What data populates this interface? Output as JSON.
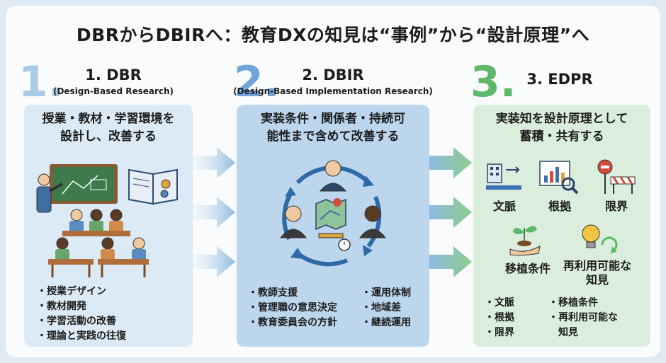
{
  "title": "DBRからDBIRへ：教育DXの知見は“事例”から“設計原理”へ",
  "colors": {
    "blue": "#8fbbe0",
    "green": "#8ccc8e",
    "panel1": "#dbeaf5",
    "panel2": "#bcd6ee",
    "panel3": "#dbeedd"
  },
  "stages": [
    {
      "number": "1.",
      "heading": "1. DBR",
      "subtitle": "(Design-Based Research)",
      "panel_title_lines": [
        "授業・教材・学習環境を",
        "設計し、改善する"
      ],
      "bullets": [
        "授業デザイン",
        "教材開発",
        "学習活動の改善",
        "理論と実践の往復"
      ],
      "icons": [
        "classroom-icon",
        "teacher-icon",
        "open-book-gears-icon",
        "students-icon"
      ]
    },
    {
      "number": "2.",
      "heading": "2. DBIR",
      "subtitle": "(Design-Based Implementation Research)",
      "panel_title_lines": [
        "実装条件・関係者・持続可",
        "能性まで含めて改善する"
      ],
      "bullets_left": [
        "教師支援",
        "管理職の意思決定",
        "教育委員会の方針"
      ],
      "bullets_right": [
        "運用体制",
        "地域差",
        "継続運用"
      ],
      "icons": [
        "stakeholder-cycle-icon",
        "map-icon",
        "timeline-clock-icon"
      ]
    },
    {
      "number": "3.",
      "heading": "3. EDPR",
      "panel_title_lines": [
        "実装知を設計原理として",
        "蓄積・共有する"
      ],
      "icon_labels": [
        "文脈",
        "根拠",
        "限界",
        "移植条件",
        "再利用可能な",
        "知見"
      ],
      "bullets_left": [
        "文脈",
        "根拠",
        "限界"
      ],
      "bullets_right": [
        "移植条件",
        "再利用可能な",
        "知見"
      ],
      "icons": [
        "building-timeline-icon",
        "chart-magnifier-icon",
        "stop-sign-barrier-icon",
        "plant-hand-icon",
        "lightbulb-recycle-icon"
      ]
    }
  ]
}
